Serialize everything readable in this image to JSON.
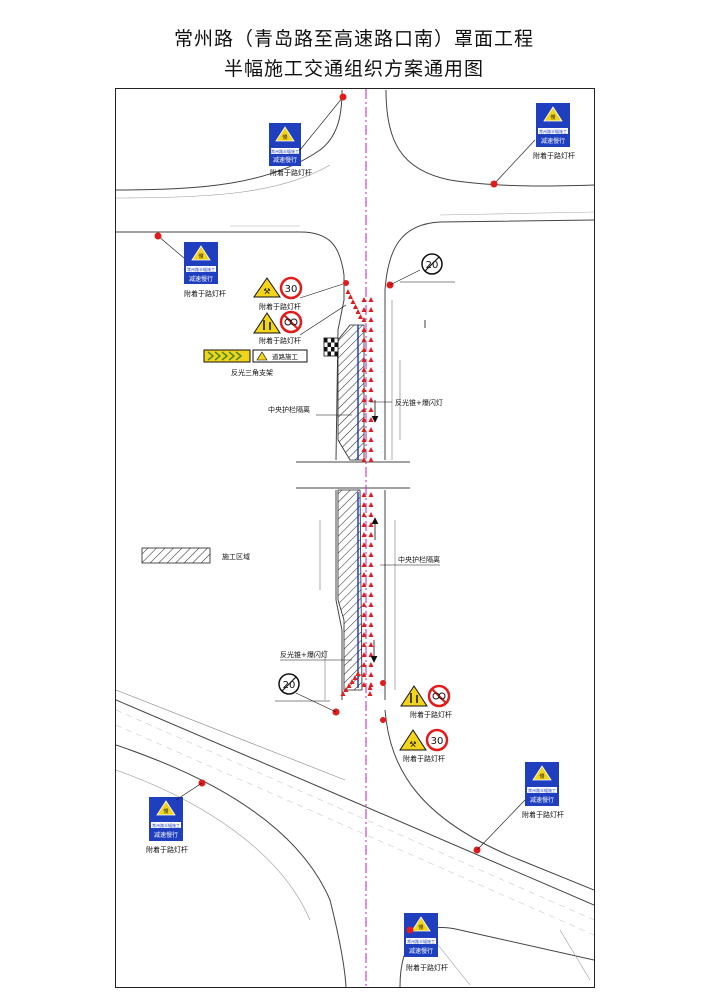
{
  "title": {
    "line1": "常州路（青岛路至高速路口南）罩面工程",
    "line2": "半幅施工交通组织方案通用图"
  },
  "labels": {
    "attach_pole": "附着于路灯杆",
    "reflective_triangle": "反光三角支架",
    "median_barrier": "中央护栏隔离",
    "cone_flash": "反光锥+爆闪灯",
    "work_zone": "施工区域",
    "road_work": "道路施工"
  },
  "signs": {
    "slow_char": "慢",
    "board_line1": "常州路半幅施工",
    "board_line2": "减速慢行",
    "speed_limit": "30",
    "end_limit": "20"
  },
  "colors": {
    "sign_blue": "#1f3fbf",
    "warning_yellow": "#f2d41a",
    "cone_red": "#e21b1b",
    "centerline_magenta": "#c01cc0",
    "lane_blue": "#1030d0"
  }
}
